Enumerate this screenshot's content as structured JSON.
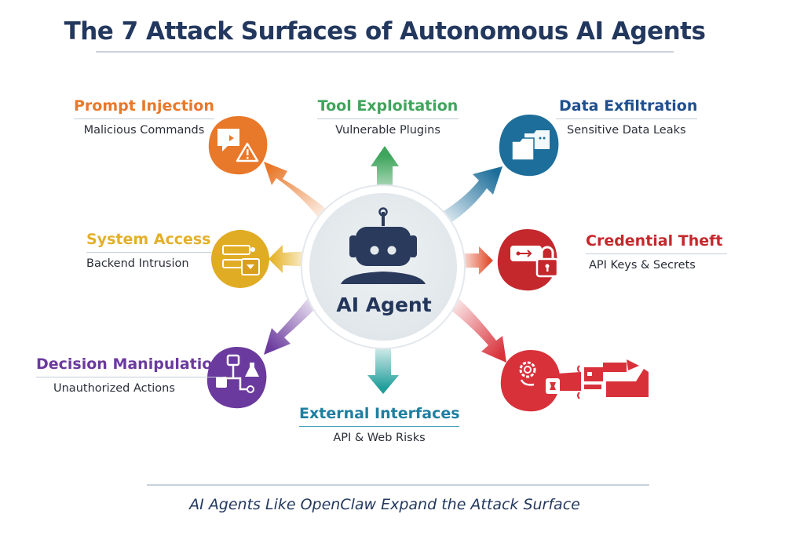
{
  "title": "The 7 Attack Surfaces of Autonomous AI Agents",
  "hub": {
    "label": "AI Agent",
    "icon": "robot-icon"
  },
  "colors": {
    "title": "#23385e",
    "prompt_injection": "#e8782a",
    "tool_exploitation": "#3fa55c",
    "data_exfiltration": "#1d6e9a",
    "system_access": "#e6b52e",
    "credential_theft": "#c4282c",
    "decision_manipulation": "#6b3a9e",
    "external_interfaces": "#1f8e9e",
    "unlabeled": "#d8313a"
  },
  "surfaces": [
    {
      "id": "prompt_injection",
      "title": "Prompt Injection",
      "subtitle": "Malicious Commands",
      "icon": "chat-warning-icon"
    },
    {
      "id": "tool_exploitation",
      "title": "Tool Exploitation",
      "subtitle": "Vulnerable Plugins",
      "icon": "none"
    },
    {
      "id": "data_exfiltration",
      "title": "Data Exfiltration",
      "subtitle": "Sensitive Data Leaks",
      "icon": "folders-icon"
    },
    {
      "id": "system_access",
      "title": "System Access",
      "subtitle": "Backend Intrusion",
      "icon": "server-icon"
    },
    {
      "id": "credential_theft",
      "title": "Credential Theft",
      "subtitle": "API Keys & Secrets",
      "icon": "key-lock-icon"
    },
    {
      "id": "decision_manipulation",
      "title": "Decision Manipulation",
      "subtitle": "Unauthorized Actions",
      "icon": "flowchart-icon"
    },
    {
      "id": "external_interfaces",
      "title": "External Interfaces",
      "subtitle": "API & Web Risks",
      "icon": "none"
    },
    {
      "id": "unlabeled",
      "title": "",
      "subtitle": "",
      "icon": "gear-key-icon"
    }
  ],
  "footer": "AI Agents Like OpenClaw Expand the Attack Surface"
}
